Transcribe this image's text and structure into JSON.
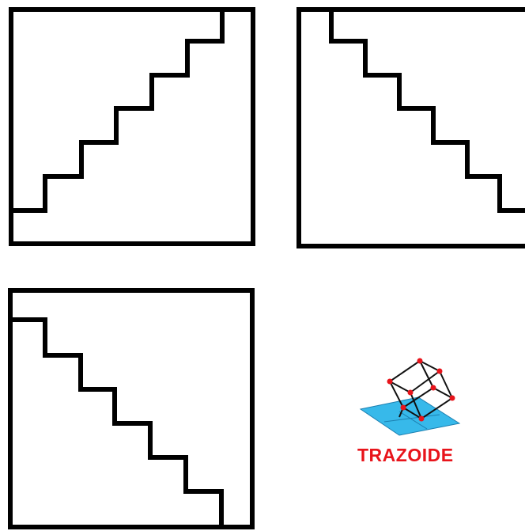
{
  "logo": {
    "text": "TRAZOIDE",
    "text_color": "#e8141b",
    "plane_color": "#37b9ea",
    "plane_edge_color": "#1c7fb0",
    "vertex_color": "#e8141b",
    "icon": "wireframe-cube-on-plane-icon"
  },
  "colors": {
    "background": "#ffffff",
    "line": "#000000"
  },
  "panels": [
    {
      "name": "staircase-rising-left-to-right"
    },
    {
      "name": "staircase-descending-left-to-right-cropped"
    },
    {
      "name": "staircase-descending-left-to-right"
    }
  ]
}
